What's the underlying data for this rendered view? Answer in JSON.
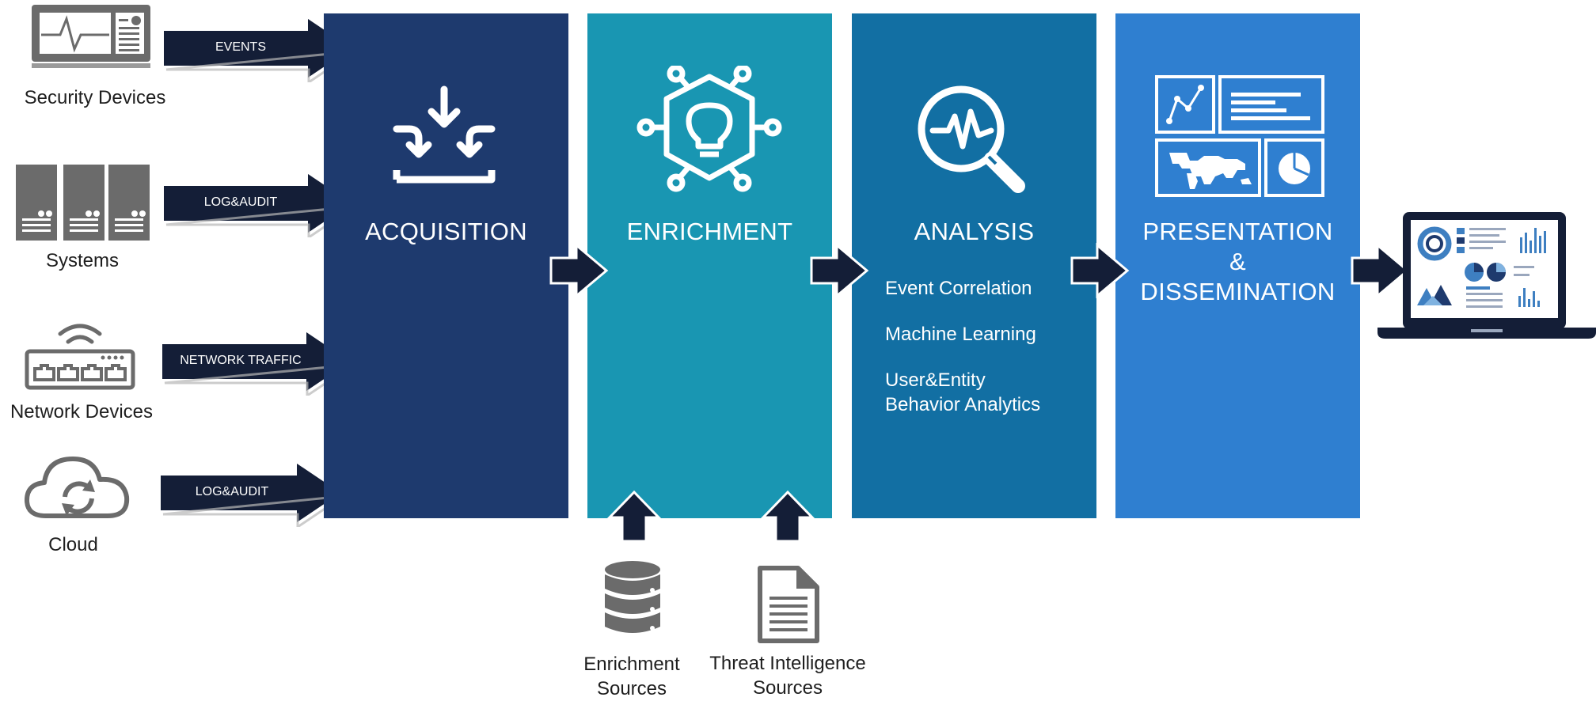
{
  "sources": [
    {
      "label": "Security Devices",
      "icon": "security-device-icon",
      "arrow_label": "EVENTS"
    },
    {
      "label": "Systems",
      "icon": "servers-icon",
      "arrow_label": "LOG&AUDIT"
    },
    {
      "label": "Network Devices",
      "icon": "network-switch-icon",
      "arrow_label": "NETWORK TRAFFIC"
    },
    {
      "label": "Cloud",
      "icon": "cloud-sync-icon",
      "arrow_label": "LOG&AUDIT"
    }
  ],
  "stages": [
    {
      "title": "ACQUISITION",
      "icon": "collect-inbox-icon",
      "color": "#1e3a6e"
    },
    {
      "title": "ENRICHMENT",
      "icon": "hexagon-lightbulb-icon",
      "color": "#1996b2"
    },
    {
      "title": "ANALYSIS",
      "icon": "magnifier-pulse-icon",
      "color": "#126fa3",
      "items": [
        "Event Correlation",
        "Machine Learning",
        "User&Entity\nBehavior Analytics"
      ]
    },
    {
      "title_lines": [
        "PRESENTATION",
        "&",
        "DISSEMINATION"
      ],
      "icon": "dashboard-panels-icon",
      "color": "#2f7fd0"
    }
  ],
  "enrichment_inputs": [
    {
      "label": "Enrichment\nSources",
      "icon": "database-icon"
    },
    {
      "label": "Threat Intelligence\nSources",
      "icon": "document-icon"
    }
  ],
  "output": {
    "icon": "laptop-dashboard-icon"
  },
  "colors": {
    "arrow_dark": "#141e37",
    "icon_gray": "#6b6b6b",
    "label_text": "#1e1e1e"
  }
}
